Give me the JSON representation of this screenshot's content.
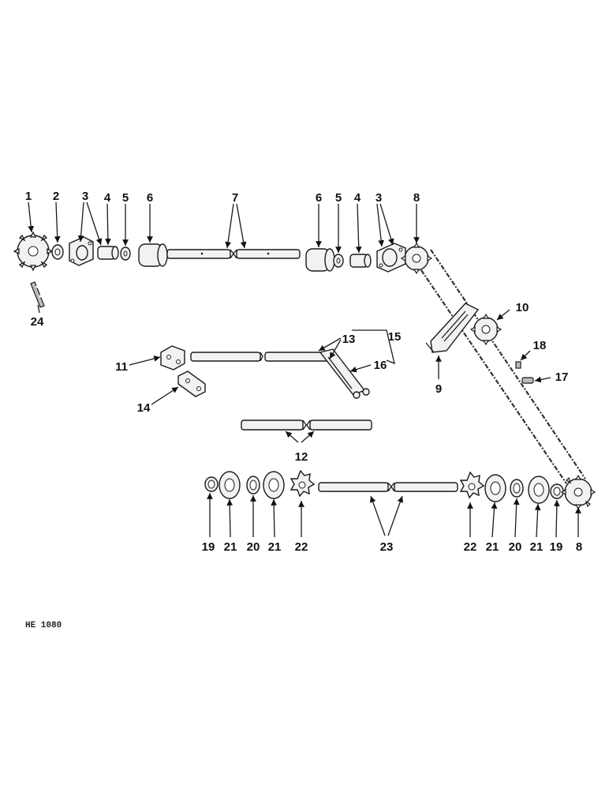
{
  "figure_code": "HE 1080",
  "callouts": {
    "c1": "1",
    "c2": "2",
    "c3a": "3",
    "c4a": "4",
    "c5a": "5",
    "c6a": "6",
    "c7": "7",
    "c6b": "6",
    "c5b": "5",
    "c4b": "4",
    "c3b": "3",
    "c8a": "8",
    "c24": "24",
    "c10": "10",
    "c9": "9",
    "c18": "18",
    "c17": "17",
    "c11": "11",
    "c13": "13",
    "c15": "15",
    "c16": "16",
    "c14": "14",
    "c12": "12",
    "c19a": "19",
    "c21a": "21",
    "c20a": "20",
    "c21b": "21",
    "c22a": "22",
    "c23": "23",
    "c22b": "22",
    "c21c": "21",
    "c20b": "20",
    "c21d": "21",
    "c19b": "19",
    "c8b": "8"
  }
}
